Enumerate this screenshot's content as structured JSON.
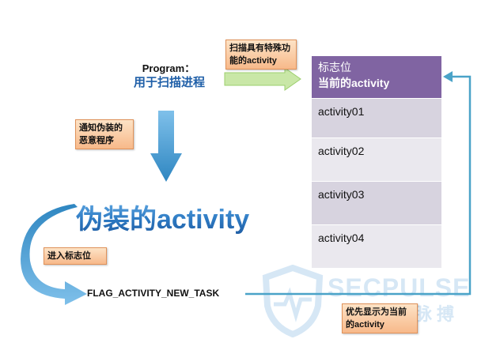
{
  "program": {
    "title": "Program：",
    "subtitle": "用于扫描进程"
  },
  "labels": {
    "scan": "扫描具有特殊功能的activity",
    "notify": "通知伪装的恶意程序",
    "enter": "进入标志位",
    "priority": "优先显示为当前的activity"
  },
  "fake_activity": "伪装的activity",
  "flag": "FLAG_ACTIVITY_NEW_TASK",
  "stack": {
    "header_line1": "标志位",
    "header_line2": "当前的activity",
    "rows": [
      "activity01",
      "activity02",
      "activity03",
      "activity04"
    ]
  },
  "watermark": {
    "brand": "SECPULSE",
    "sub": "安全脉搏"
  },
  "colors": {
    "header": "#8064a2",
    "arrow_blue": "#2e86c1",
    "arrow_green": "#c9e7a7",
    "connector": "#4aa3c8"
  }
}
